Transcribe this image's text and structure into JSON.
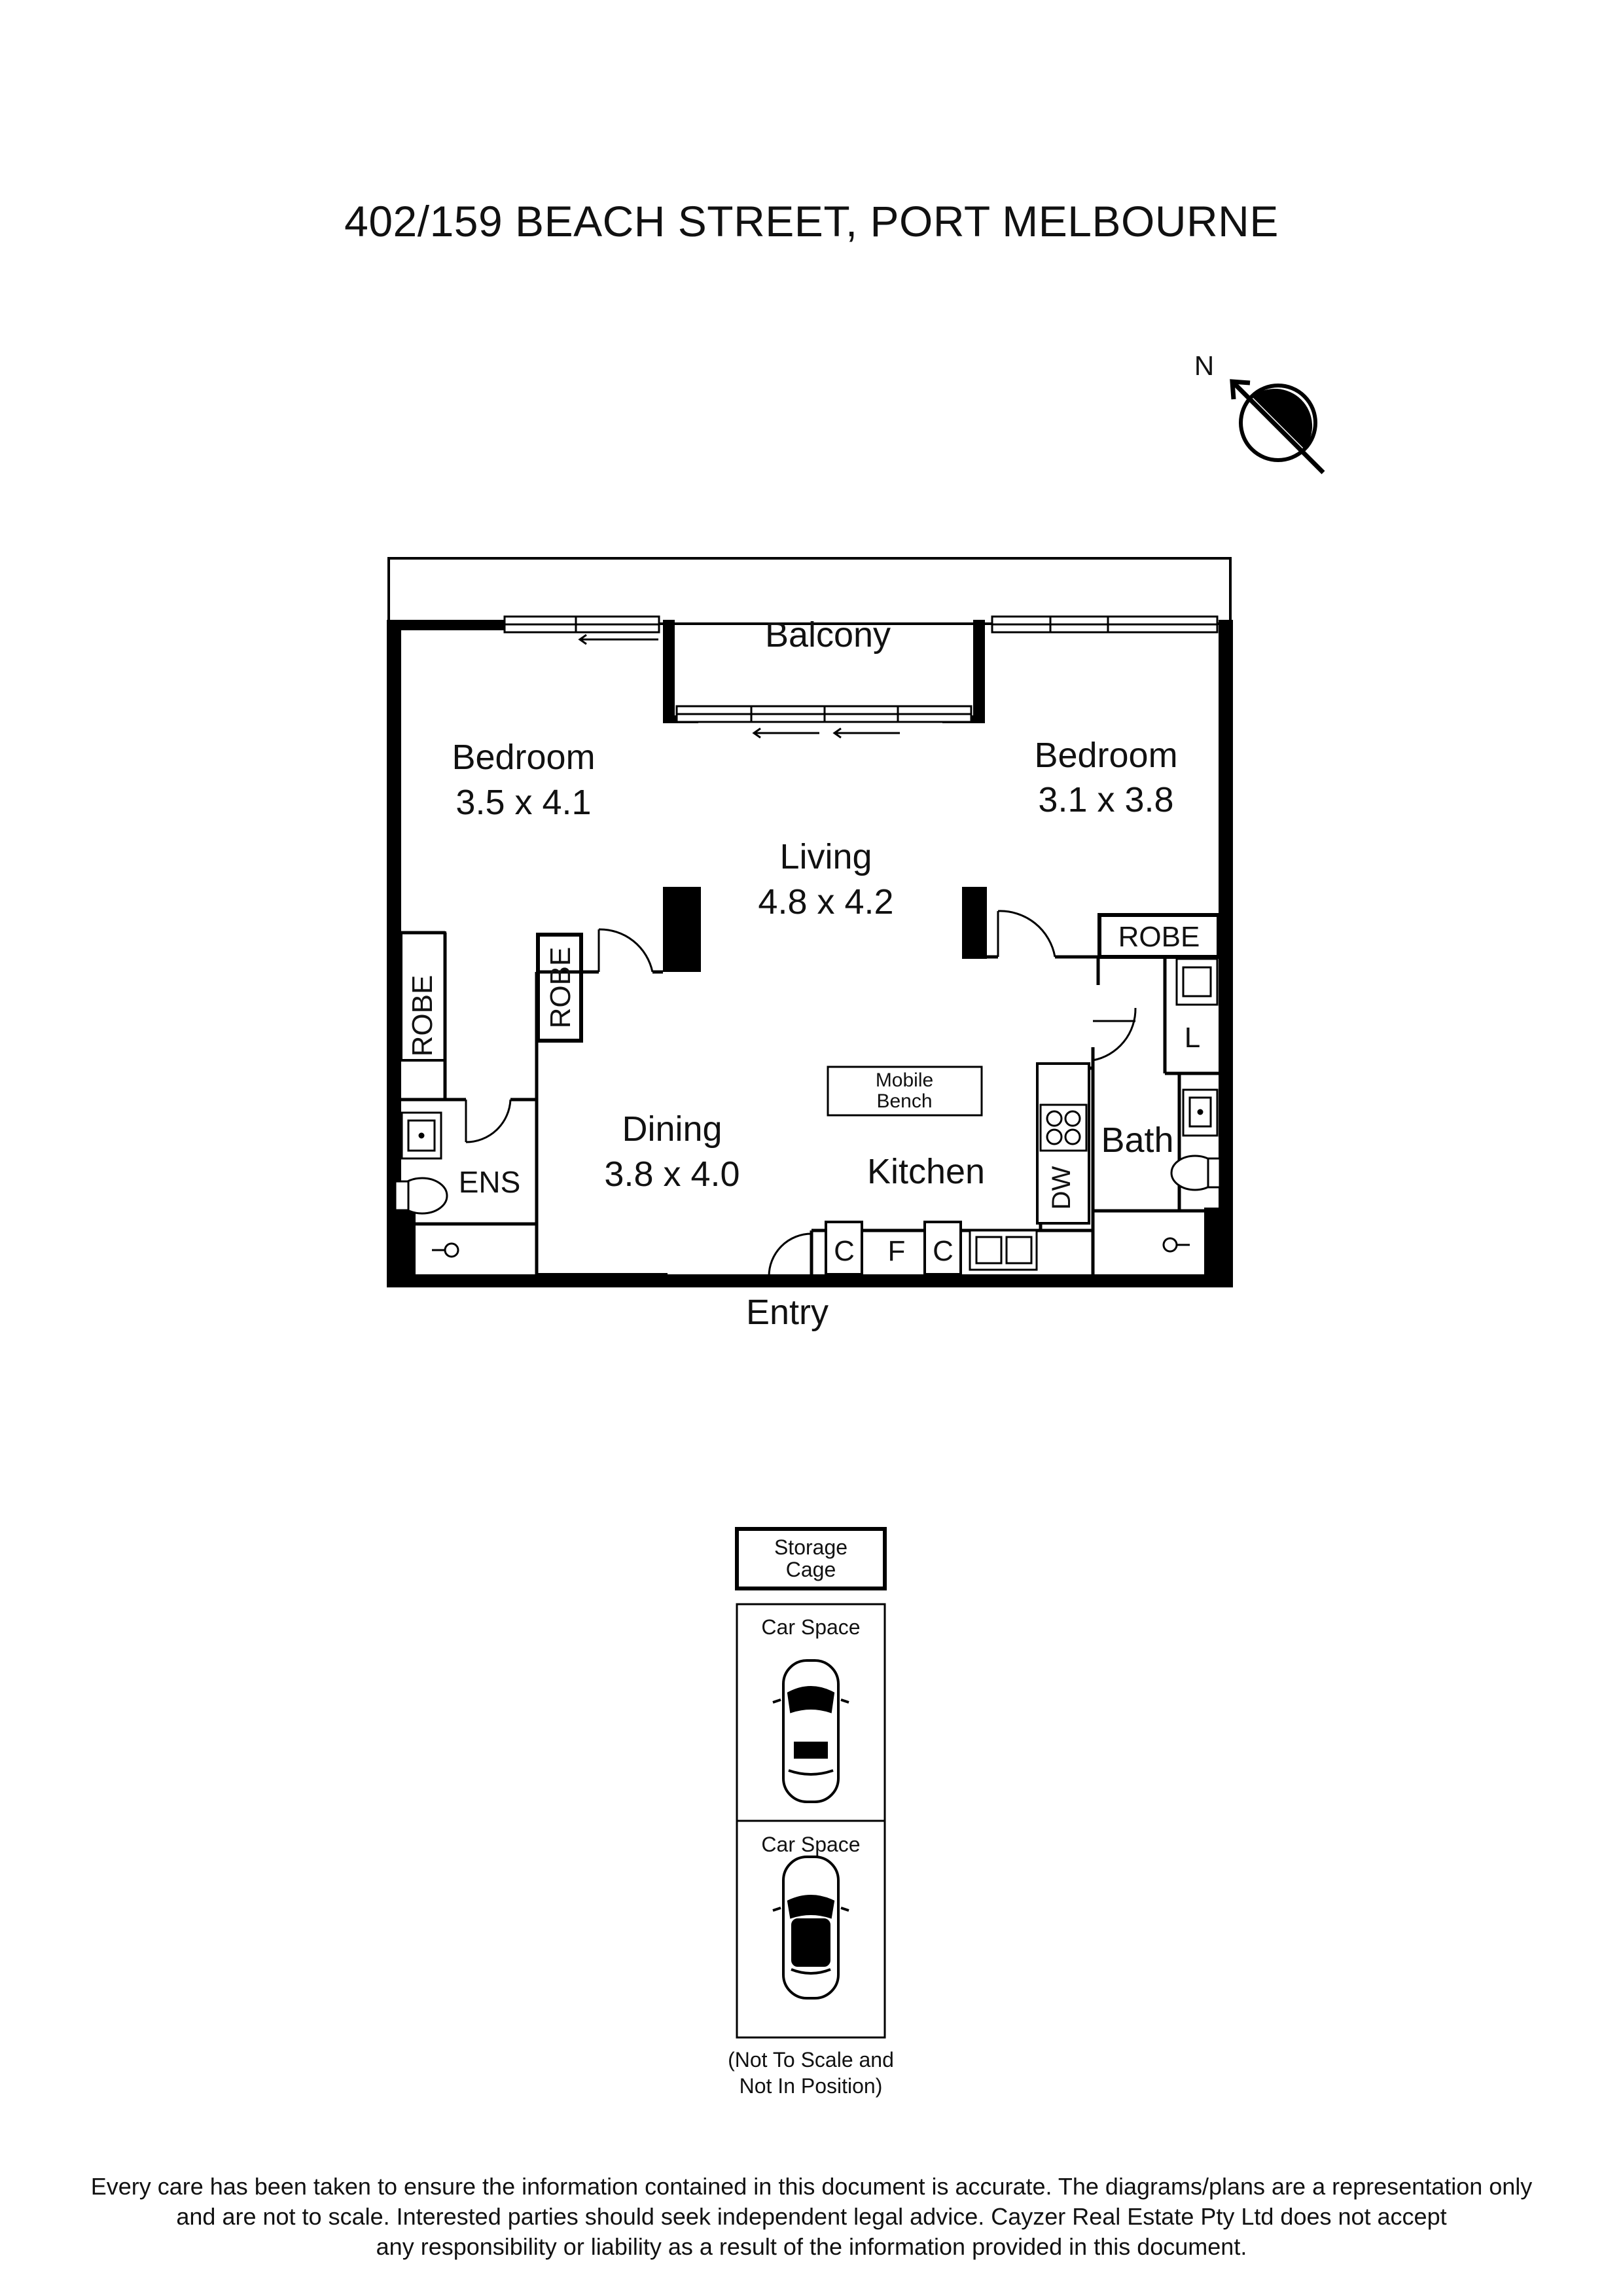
{
  "title": "402/159 BEACH STREET, PORT MELBOURNE",
  "compass": {
    "label": "N"
  },
  "rooms": {
    "balcony": {
      "name": "Balcony"
    },
    "bedroom_left": {
      "name": "Bedroom",
      "size": "3.5 x 4.1"
    },
    "bedroom_right": {
      "name": "Bedroom",
      "size": "3.1 x 3.8"
    },
    "living": {
      "name": "Living",
      "size": "4.8 x 4.2"
    },
    "dining": {
      "name": "Dining",
      "size": "3.8 x 4.0"
    },
    "kitchen": {
      "name": "Kitchen"
    },
    "bath": {
      "name": "Bath"
    },
    "ensuite": {
      "name": "ENS"
    },
    "entry": {
      "name": "Entry"
    }
  },
  "fixtures": {
    "robe": "ROBE",
    "mobile_bench_line1": "Mobile",
    "mobile_bench_line2": "Bench",
    "dishwasher": "DW",
    "laundry": "L",
    "cupboard": "C",
    "fridge": "F"
  },
  "parking": {
    "storage_line1": "Storage",
    "storage_line2": "Cage",
    "car_space_label": "Car Space",
    "note_line1": "(Not To Scale and",
    "note_line2": "Not In Position)"
  },
  "disclaimer": {
    "line1": "Every care has been taken to ensure the information contained in this document is accurate. The diagrams/plans are a representation only",
    "line2": "and are not to scale. Interested parties should seek independent legal advice. Cayzer Real Estate Pty Ltd does not accept",
    "line3": "any responsibility or liability as a result of the information provided in this document."
  }
}
